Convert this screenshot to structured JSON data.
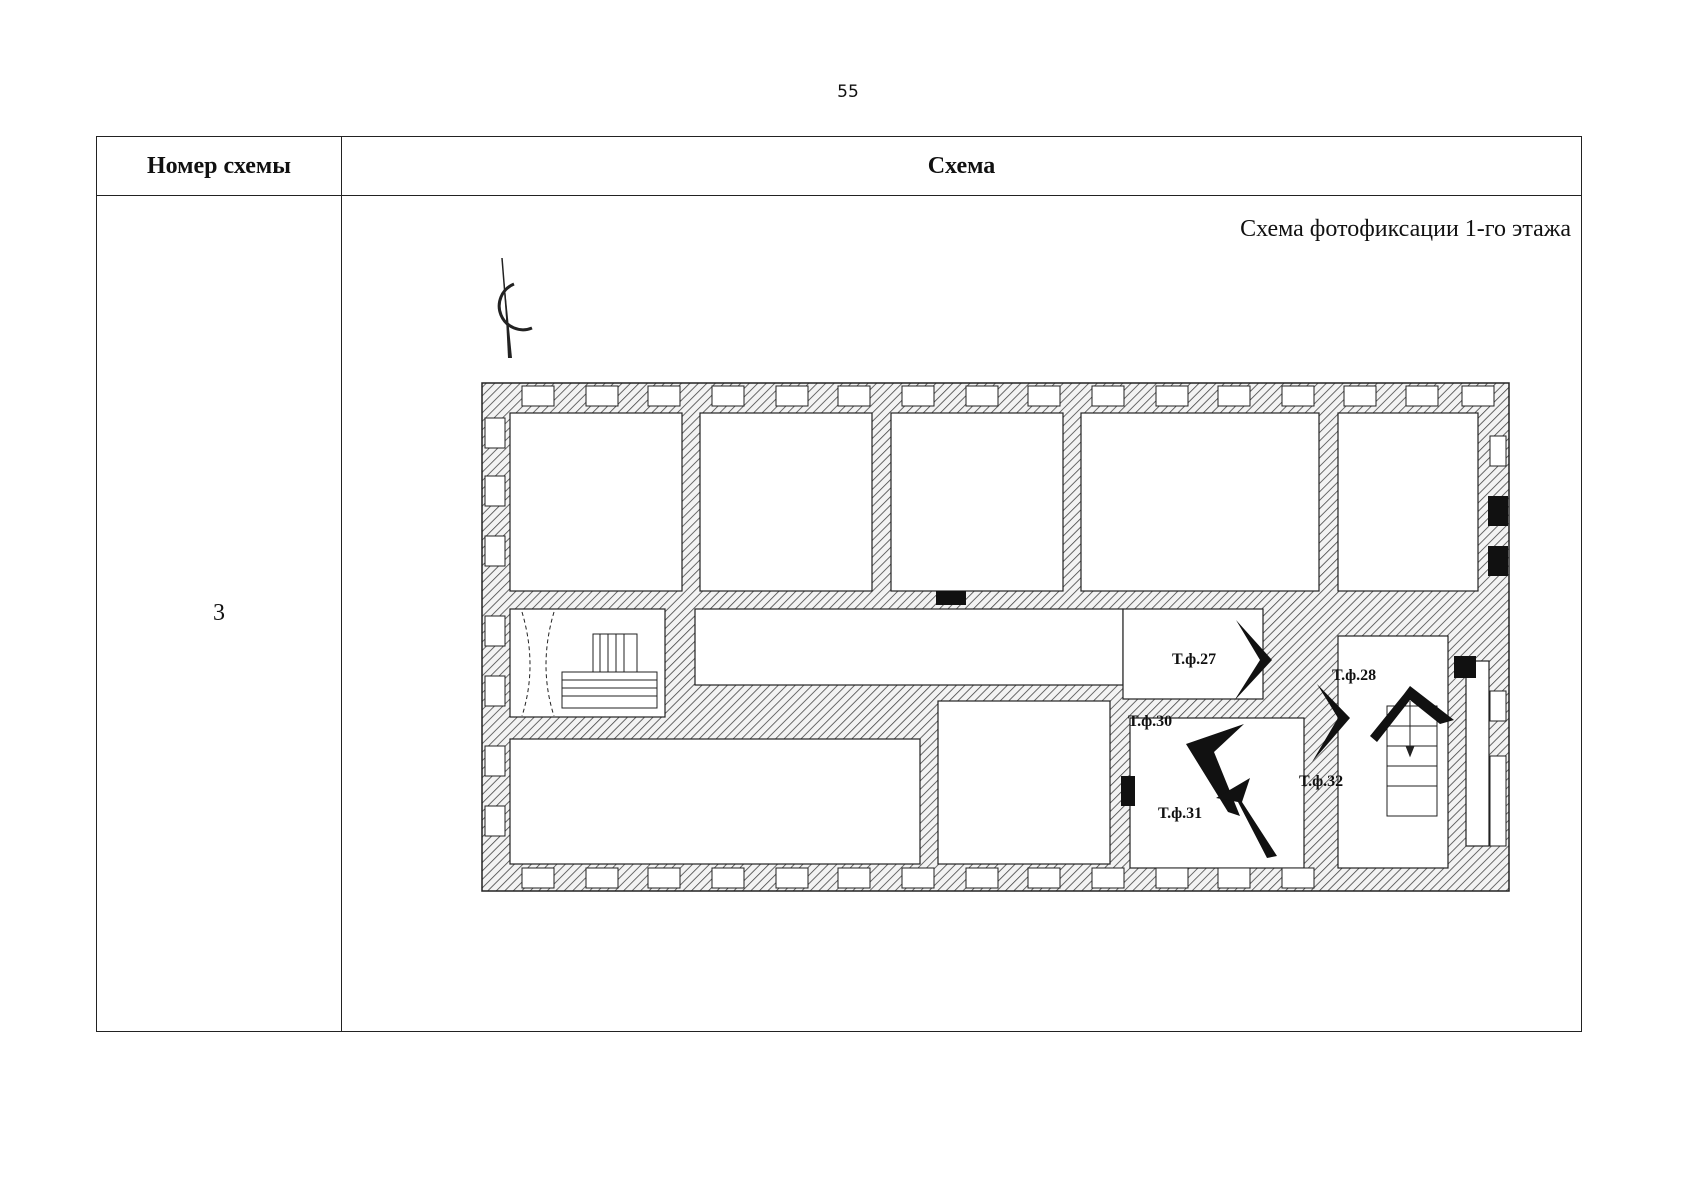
{
  "page_number": "55",
  "table": {
    "header_number": "Номер схемы",
    "header_scheme": "Схема",
    "scheme_number": "3",
    "plan_title": "Схема фотофиксации 1-го этажа"
  },
  "photo_points": [
    "Т.ф.27",
    "Т.ф.28",
    "Т.ф.30",
    "Т.ф.31",
    "Т.ф.32"
  ],
  "compass_icon": "north-arrow-icon",
  "colors": {
    "wall": "#bdbdbd",
    "line": "#222222"
  }
}
